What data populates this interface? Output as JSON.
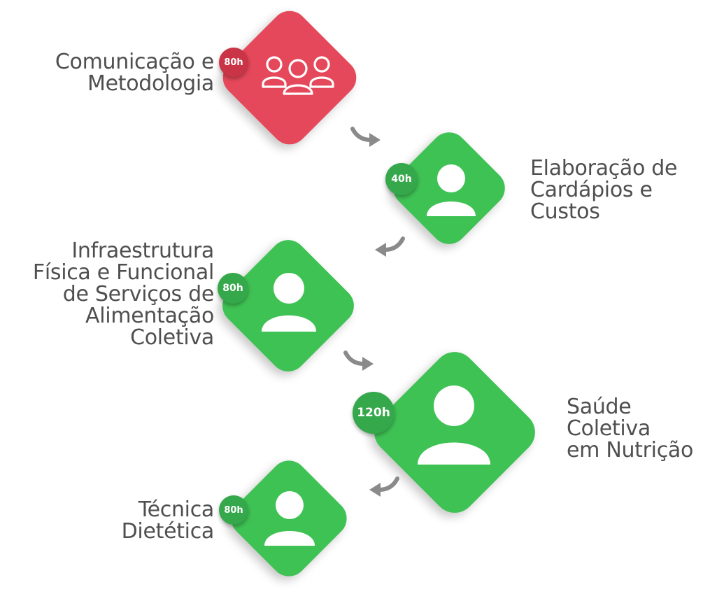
{
  "colors": {
    "red": "#e5485a",
    "green": "#3fc254",
    "badge_green": "#34a84a",
    "badge_red": "#c93447",
    "text": "#4f4f4f",
    "arrow": "#8a8a8a"
  },
  "steps": [
    {
      "hours": "80h",
      "label_lines": [
        "Comunicação e",
        "Metodologia"
      ],
      "icon": "group-icon",
      "color": "red"
    },
    {
      "hours": "40h",
      "label_lines": [
        "Elaboração de",
        "Cardápios e",
        "Custos"
      ],
      "icon": "user-icon",
      "color": "green"
    },
    {
      "hours": "80h",
      "label_lines": [
        "Infraestrutura",
        "Física e Funcional",
        "de Serviços de",
        "Alimentação",
        "Coletiva"
      ],
      "icon": "user-icon",
      "color": "green"
    },
    {
      "hours": "120h",
      "label_lines": [
        "Saúde",
        "Coletiva",
        "em Nutrição"
      ],
      "icon": "user-icon",
      "color": "green"
    },
    {
      "hours": "80h",
      "label_lines": [
        "Técnica",
        "Dietética"
      ],
      "icon": "user-icon",
      "color": "green"
    }
  ]
}
